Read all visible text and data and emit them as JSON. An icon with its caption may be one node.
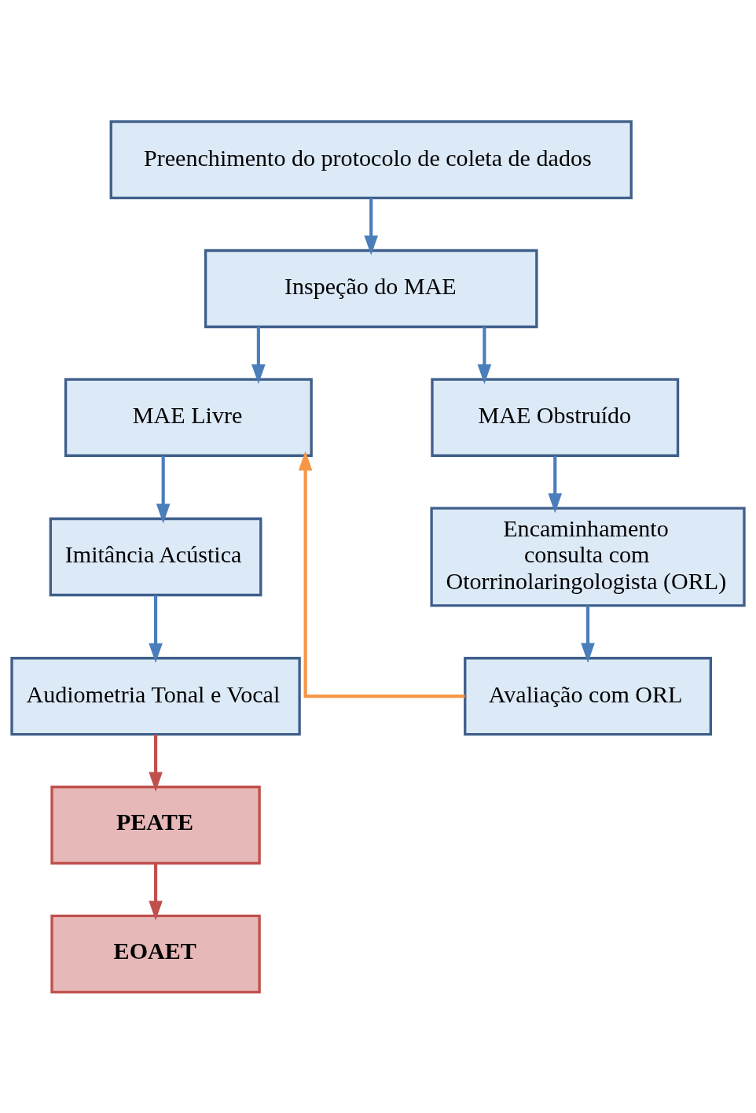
{
  "diagram": {
    "nodes": [
      {
        "text": [
          "Preenchimento do protocolo de coleta de dados"
        ]
      },
      {
        "text": [
          "Inspeção do MAE"
        ]
      },
      {
        "text": [
          "MAE Livre"
        ]
      },
      {
        "text": [
          "MAE Obstruído"
        ]
      },
      {
        "text": [
          "Imitância Acústica"
        ]
      },
      {
        "text": [
          "Encaminhamento consulta com Otorrinolaringologista (ORL)"
        ]
      },
      {
        "text": [
          "Audiometria Tonal e Vocal"
        ]
      },
      {
        "text": [
          "Avaliação com ORL"
        ]
      },
      {
        "text": [
          "PEATE"
        ]
      },
      {
        "text": [
          "EOAET"
        ]
      }
    ],
    "edges": [
      {
        "from": 0,
        "to": 1,
        "arrow": "to"
      },
      {
        "from": 1,
        "to": 2,
        "arrow": "to"
      },
      {
        "from": 1,
        "to": 3,
        "arrow": "to"
      },
      {
        "from": 7,
        "to": 2,
        "arrow": "to",
        "color": "#f79646"
      },
      {
        "from": 2,
        "to": 4,
        "arrow": "to"
      },
      {
        "from": 3,
        "to": 5,
        "arrow": "to"
      },
      {
        "from": 4,
        "to": 6,
        "arrow": "to"
      },
      {
        "from": 5,
        "to": 7,
        "arrow": "to"
      },
      {
        "from": 6,
        "to": 8,
        "arrow": "to",
        "color": "#c0504d"
      },
      {
        "from": 8,
        "to": 9,
        "arrow": "to",
        "color": "#c0504d"
      }
    ]
  }
}
